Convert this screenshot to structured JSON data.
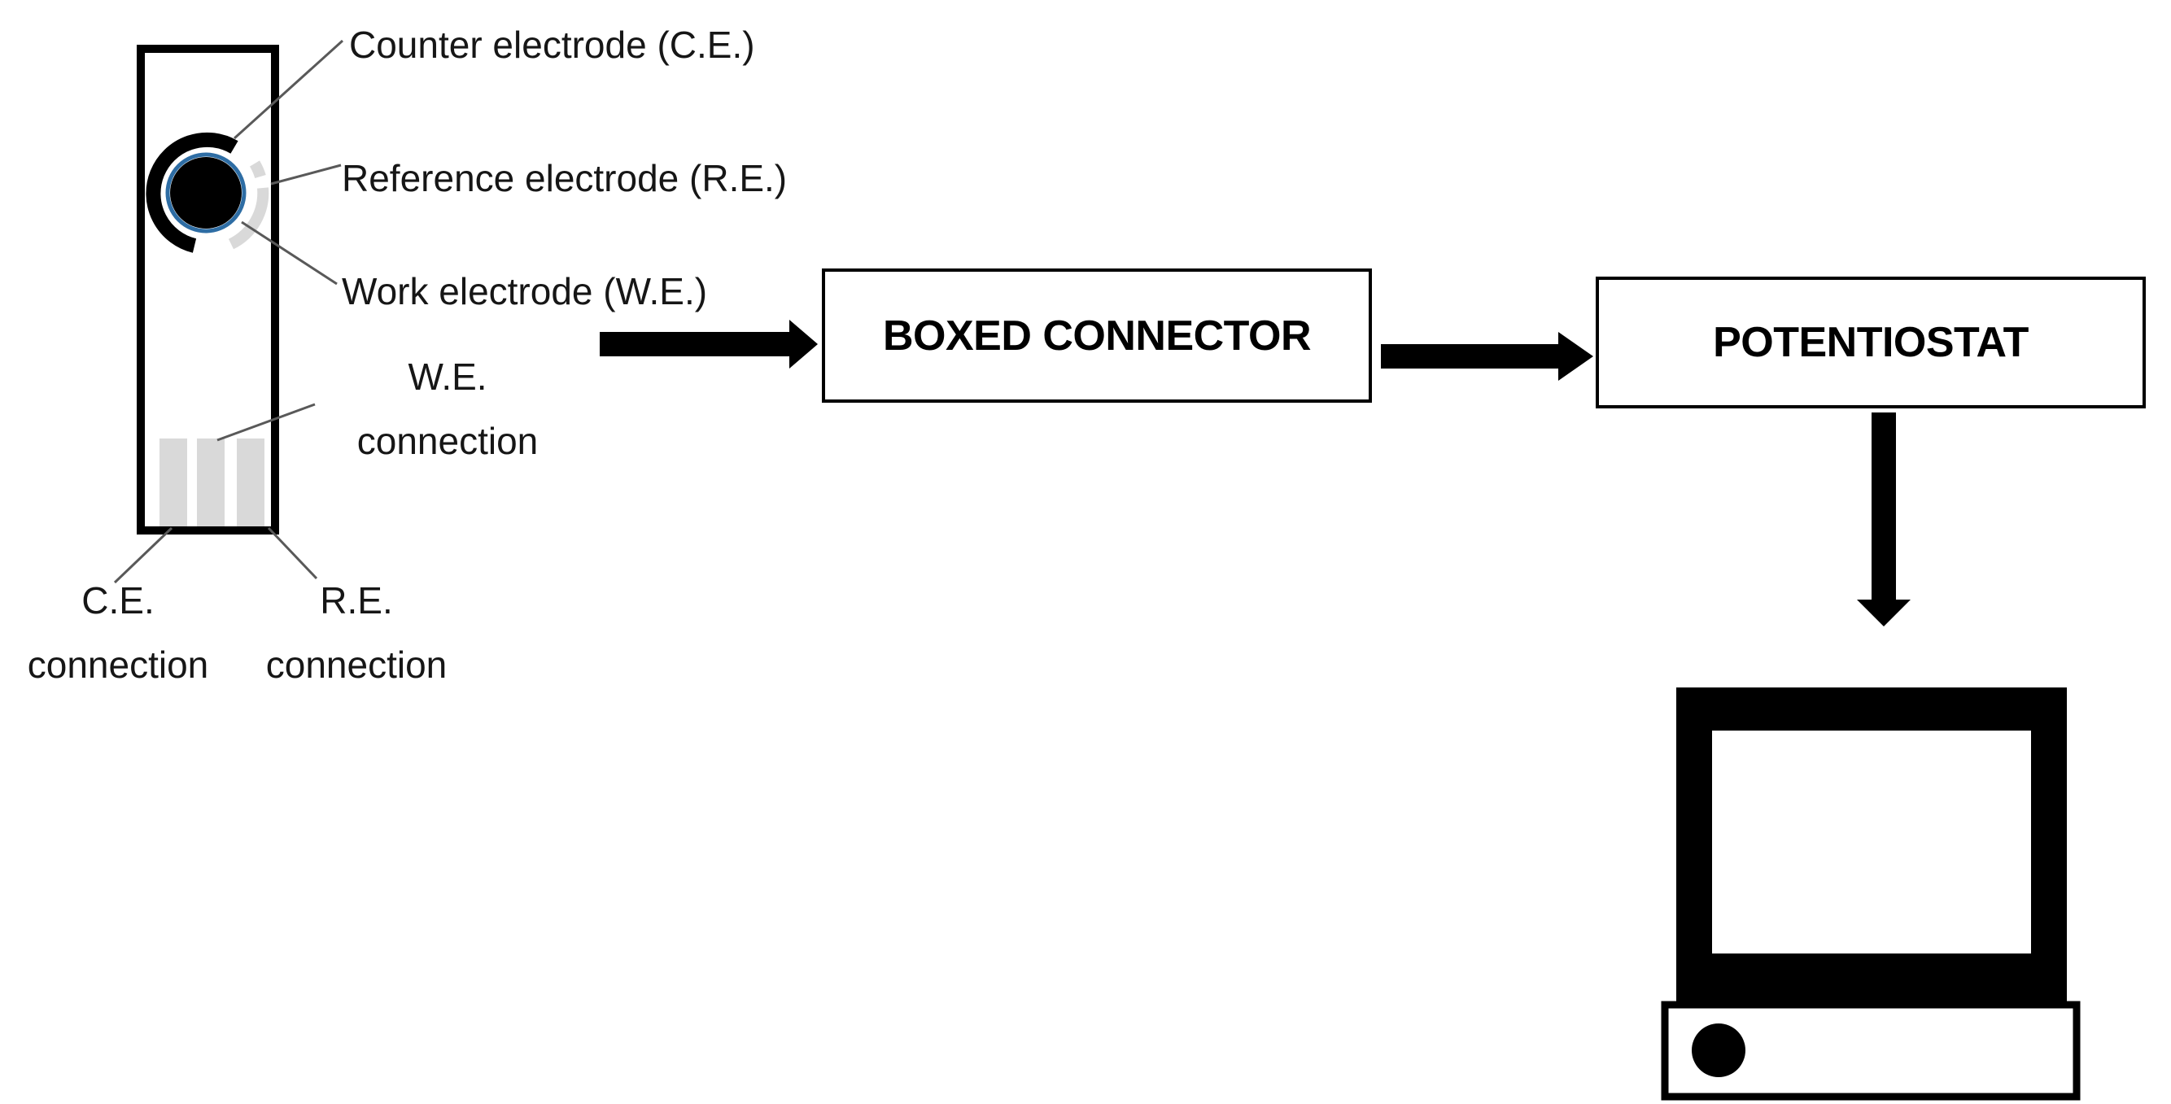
{
  "figure": {
    "type": "electrochemical-setup-diagram",
    "description": "Screen-printed electrode strip connected through a boxed connector to a potentiostat and computer"
  },
  "electrode_strip": {
    "labels": {
      "counter_electrode": "Counter electrode (C.E.)",
      "reference_electrode": "Reference electrode (R.E.)",
      "work_electrode": "Work electrode (W.E.)",
      "we_connection": {
        "line1": "W.E.",
        "line2": "connection"
      },
      "ce_connection": {
        "line1": "C.E.",
        "line2": "connection"
      },
      "re_connection": {
        "line1": "R.E.",
        "line2": "connection"
      }
    }
  },
  "flow": {
    "boxed_connector": "BOXED CONNECTOR",
    "potentiostat": "POTENTIOSTAT"
  },
  "colors": {
    "ink_black": "#000000",
    "pad_gray": "#d9d9d9",
    "reference_arc_gray": "#d9d9d9",
    "leader_line_gray": "#595959",
    "work_electrode_ring_blue": "#2e6da4",
    "background": "#ffffff"
  }
}
